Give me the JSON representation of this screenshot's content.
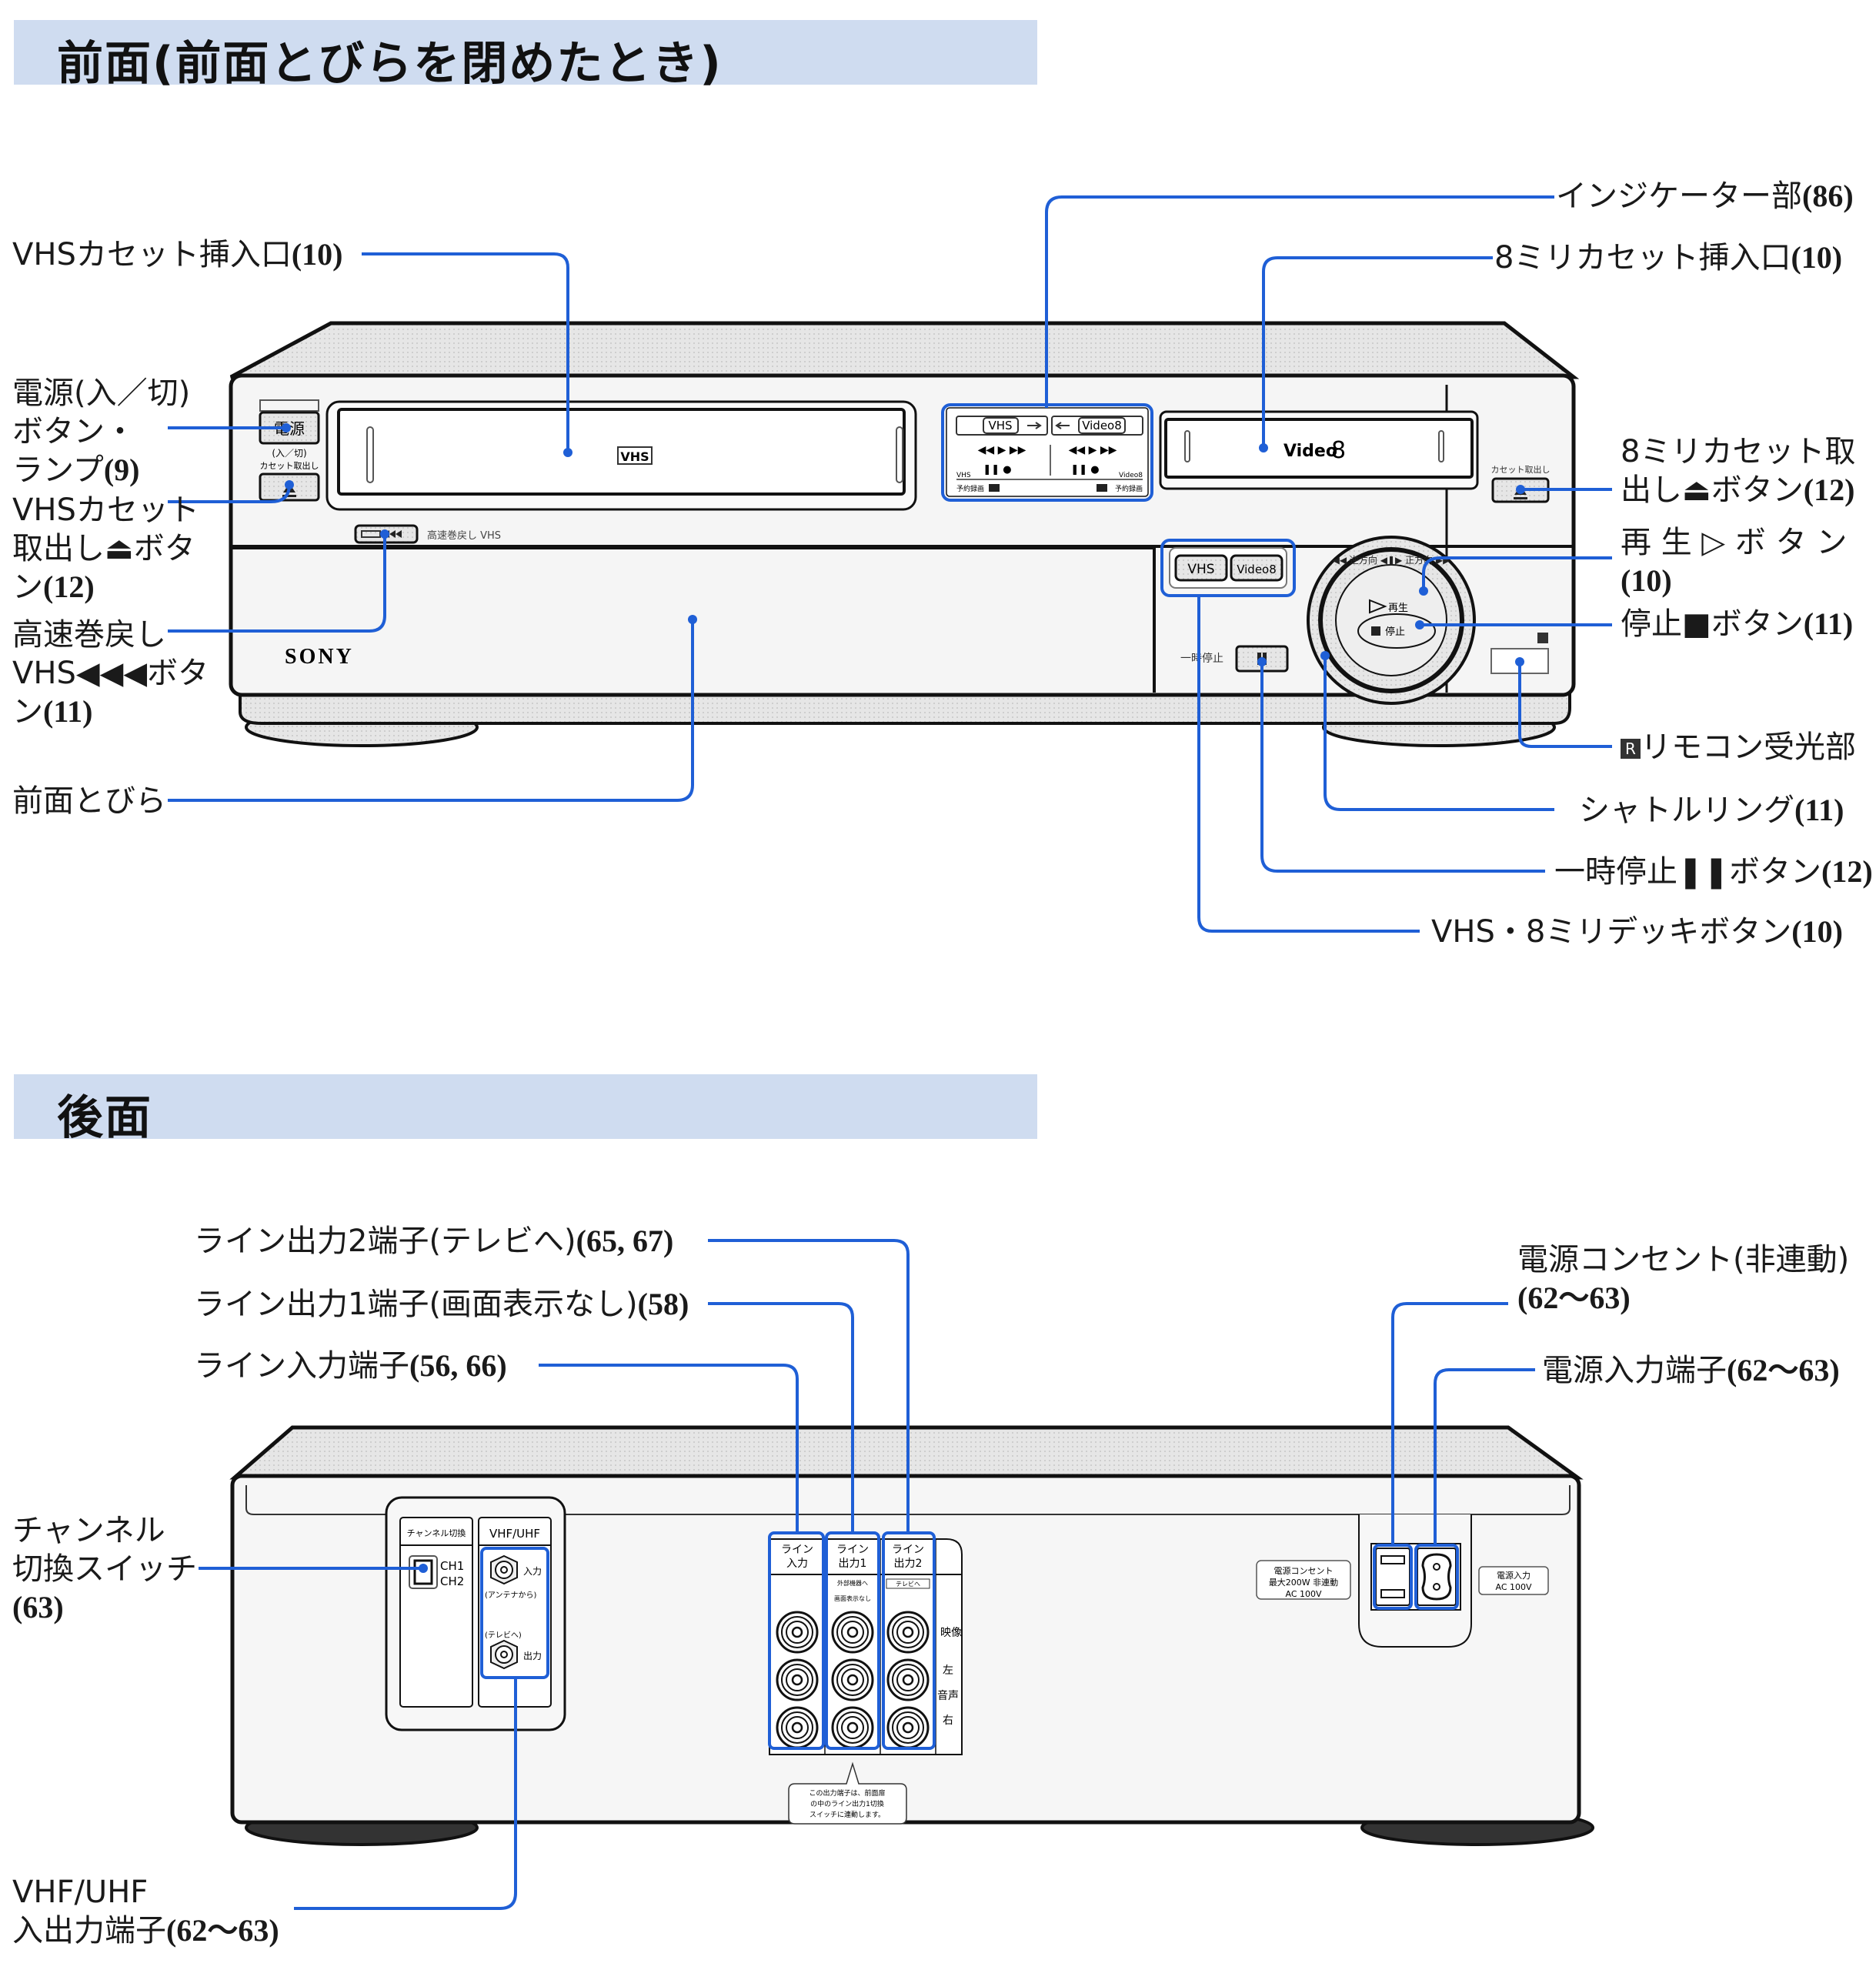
{
  "colors": {
    "accent_line": "#1f5fd6",
    "section_bar": "#cfdcf0",
    "device_fill": "#f4f4f4",
    "device_top": "#e2e2e2"
  },
  "front": {
    "section_title": "前面(前面とびらを閉めたとき)",
    "labels": {
      "vhs_slot": {
        "text": "VHSカセット挿入口",
        "page": "(10)"
      },
      "power": {
        "line1": "電源(入／切)",
        "line2": "ボタン・",
        "line3": "ランプ",
        "page": "(9)"
      },
      "vhs_eject": {
        "line1": "VHSカセット",
        "line2": "取出し⏏ボタ",
        "line3": "ン",
        "page": "(12)"
      },
      "rewind": {
        "line1": "高速巻戻し",
        "line2": "VHS◀◀◀ボタ",
        "line3": "ン",
        "page": "(11)"
      },
      "front_door": {
        "text": "前面とびら"
      },
      "indicator": {
        "text": "インジケーター部",
        "page": "(86)"
      },
      "v8_slot": {
        "text": "8ミリカセット挿入口",
        "page": "(10)"
      },
      "v8_eject": {
        "line1": "8ミリカセット取",
        "line2": "出し⏏ボタン",
        "page": "(12)"
      },
      "play": {
        "line1": "再 生 ▷ ボ タ ン",
        "page": "(10)"
      },
      "stop": {
        "text": "停止■ボタン",
        "page": "(11)"
      },
      "remote": {
        "text": "リモコン受光部",
        "icon": "R"
      },
      "shuttle": {
        "text": "シャトルリング",
        "page": "(11)"
      },
      "pause": {
        "text": "一時停止❚❚ボタン",
        "page": "(12)"
      },
      "deck_select": {
        "text": "VHS・8ミリデッキボタン",
        "page": "(10)"
      }
    },
    "device": {
      "brand": "SONY",
      "vhs_logo": "VHS",
      "video8_logo": "Video",
      "video8_logo_num": "8",
      "power_button": "電源",
      "power_sub": "(入／切)",
      "eject_caption": "カセット取出し",
      "rewind_caption": "高速巻戻し VHS",
      "indicator_vhs": "VHS",
      "indicator_v8": "Video8",
      "indicator_vhs_small": "VHS",
      "indicator_v8_small": "Video8",
      "indicator_timer": "予約録画",
      "deck_vhs_button": "VHS",
      "deck_v8_button": "Video8",
      "pause_caption": "一時停止",
      "play_caption": "再生",
      "stop_caption": "停止",
      "shuttle_left": "逆方向",
      "shuttle_right": "正方向"
    }
  },
  "rear": {
    "section_title": "後面",
    "labels": {
      "line_out2": {
        "text": "ライン出力2端子(テレビへ)",
        "page": "(65, 67)"
      },
      "line_out1": {
        "text": "ライン出力1端子(画面表示なし)",
        "page": "(58)"
      },
      "line_in": {
        "text": "ライン入力端子",
        "page": "(56, 66)"
      },
      "outlet": {
        "line1": "電源コンセント(非連動)",
        "page": "(62〜63)"
      },
      "power_in": {
        "text": "電源入力端子",
        "page": "(62〜63)"
      },
      "channel_switch": {
        "line1": "チャンネル",
        "line2": "切換スイッチ",
        "page": "(63)"
      },
      "vhf_uhf": {
        "line1": "VHF/UHF",
        "line2": "入出力端子",
        "page": "(62〜63)"
      }
    },
    "device": {
      "ch_switch_title": "チャンネル切換",
      "ch1": "CH1",
      "ch2": "CH2",
      "vhf_title": "VHF/UHF",
      "ant_in": "入力",
      "ant_from": "(アンテナから)",
      "tv_to": "(テレビへ)",
      "ant_out": "出力",
      "col_in_1": "ライン",
      "col_in_2": "入力",
      "col_out1_1": "ライン",
      "col_out1_2": "出力1",
      "col_out1_sub1": "外部機器へ",
      "col_out1_sub2": "画面表示なし",
      "col_out2_1": "ライン",
      "col_out2_2": "出力2",
      "col_out2_sub": "テレビへ",
      "video": "映像",
      "audio_l": "左",
      "audio": "音声",
      "audio_r": "右",
      "note_1": "この出力端子は、前面扉",
      "note_2": "の中のライン出力1切換",
      "note_3": "スイッチに連動します。",
      "outlet_label_1": "電源コンセント",
      "outlet_label_2": "最大200W 非連動",
      "outlet_label_3": "AC 100V",
      "power_in_label_1": "電源入力",
      "power_in_label_2": "AC 100V"
    }
  }
}
